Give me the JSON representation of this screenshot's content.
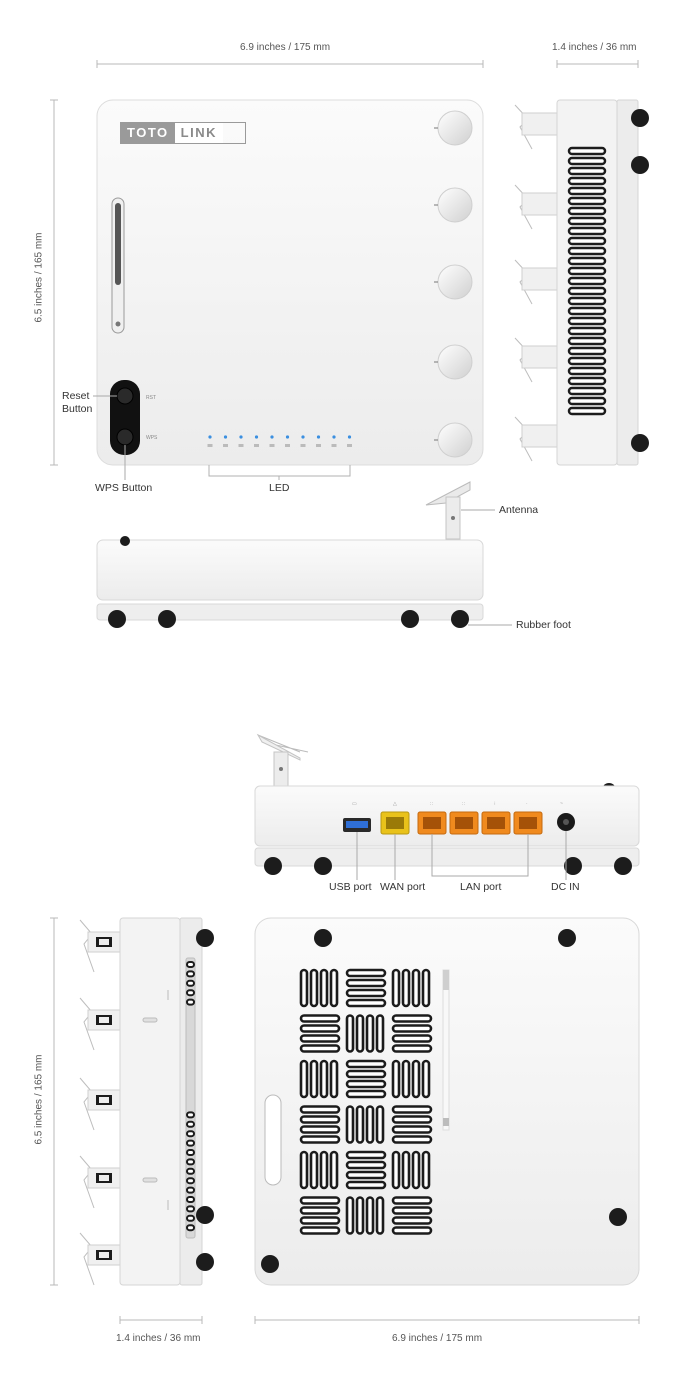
{
  "brand": {
    "logo_part1": "TOTO",
    "logo_part2": "LINK"
  },
  "dimensions": {
    "top_width": "6.9 inches / 175 mm",
    "top_depth": "1.4 inches / 36 mm",
    "left_height": "6.5 inches / 165 mm",
    "bottom_left_height": "6.5 inches / 165 mm",
    "bottom_depth": "1.4 inches / 36 mm",
    "bottom_width": "6.9 inches / 175 mm"
  },
  "callouts": {
    "reset_button": [
      "Reset",
      "Button"
    ],
    "wps_button": "WPS Button",
    "led": "LED",
    "antenna": "Antenna",
    "rubber_foot": "Rubber foot",
    "usb_port": "USB port",
    "wan_port": "WAN port",
    "lan_port": "LAN port",
    "dc_in": "DC IN"
  },
  "colors": {
    "device": "#f4f4f4",
    "device_edge": "#dcdcdc",
    "foot": "#1c1c1c",
    "led": "#3b8fe0",
    "usb": "#2f6fd6",
    "wan": "#e9c21a",
    "lan": "#f08a1e",
    "leader": "#aaaaaa"
  }
}
